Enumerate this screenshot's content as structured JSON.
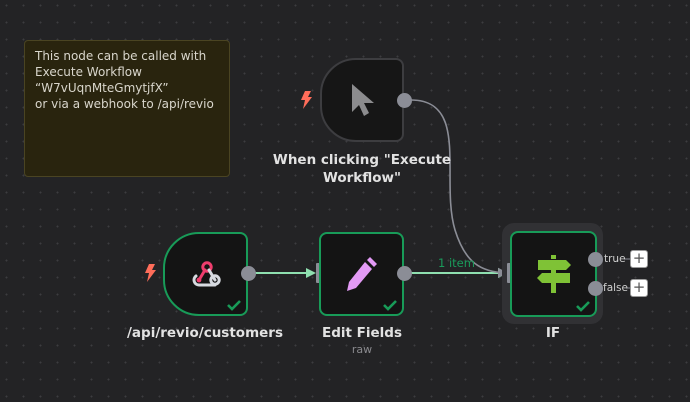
{
  "sticky_note": {
    "lines": [
      "This node can be called with",
      "Execute Workflow",
      "“W7vUqnMteGmytjfX”",
      "or via a webhook to /api/revio"
    ]
  },
  "nodes": {
    "manual_trigger": {
      "label_line1": "When clicking \"Execute",
      "label_line2": "Workflow\"",
      "icon": "cursor-pointer-icon",
      "trigger_icon": "lightning-bolt-icon",
      "status": "not-executed"
    },
    "webhook": {
      "label": "/api/revio/customers",
      "icon": "webhook-icon",
      "trigger_icon": "lightning-bolt-icon",
      "status": "success"
    },
    "edit_fields": {
      "label": "Edit Fields",
      "subtitle": "raw",
      "icon": "pencil-icon",
      "status": "success"
    },
    "if": {
      "label": "IF",
      "icon": "signpost-icon",
      "status": "success",
      "outputs": [
        {
          "label": "true",
          "add_button": "+"
        },
        {
          "label": "false",
          "add_button": "+"
        }
      ]
    }
  },
  "connections": {
    "edit_to_if_label": "1 item"
  },
  "colors": {
    "success": "#189b58",
    "edge_active": "#8fe0b0",
    "edge_idle": "#8b8d96",
    "trigger_bolt": "#ff6d5a",
    "pencil": "#e39af5",
    "signpost": "#7fc236",
    "webhook_pink": "#ef3d6d"
  }
}
